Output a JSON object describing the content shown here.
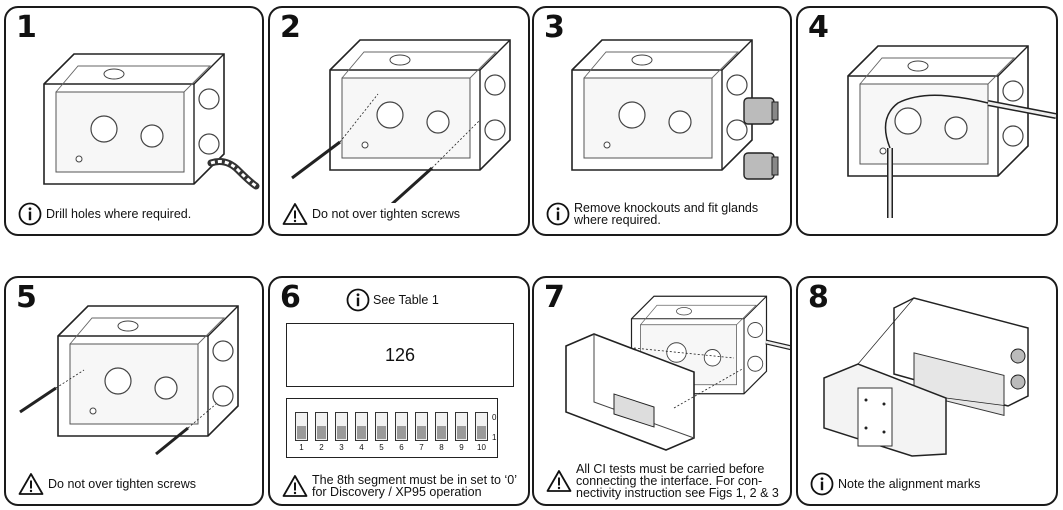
{
  "panels": [
    {
      "number": "1",
      "caption": "Drill holes where required.",
      "icon": "info-icon"
    },
    {
      "number": "2",
      "caption": "Do not over tighten screws",
      "icon": "warning-icon"
    },
    {
      "number": "3",
      "caption": "Remove knockouts and fit glands\nwhere required.",
      "icon": "info-icon"
    },
    {
      "number": "4",
      "caption": "",
      "icon": ""
    },
    {
      "number": "5",
      "caption": "Do not over tighten screws",
      "icon": "warning-icon"
    },
    {
      "number": "6",
      "caption": "The 8th segment must be in set to ‘0’\nfor Discovery / XP95 operation",
      "icon": "warning-icon"
    },
    {
      "number": "7",
      "caption": "All CI tests must be carried before\nconnecting the interface. For con-\nnectivity instruction see Figs 1, 2 & 3",
      "icon": "warning-icon"
    },
    {
      "number": "8",
      "caption": "Note the alignment marks",
      "icon": "info-icon"
    }
  ],
  "panel6": {
    "see_table": "See Table 1",
    "display_value": "126",
    "dip_numbers": [
      "1",
      "2",
      "3",
      "4",
      "5",
      "6",
      "7",
      "8",
      "9",
      "10"
    ],
    "state_top": "0",
    "state_bottom": "1"
  }
}
